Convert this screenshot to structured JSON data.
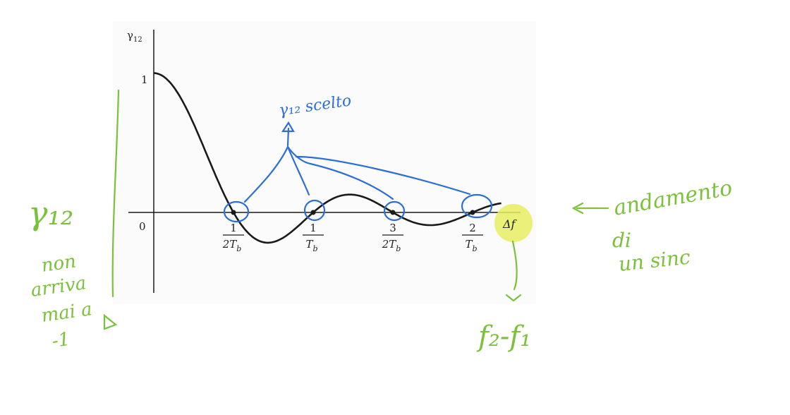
{
  "colors": {
    "background": "#ffffff",
    "print_area": "#fbfbfb",
    "ink": "#1a1a1a",
    "annotation_blue": "#2d6fd6",
    "annotation_green": "#7cc13c",
    "highlight_yellow": "#e8ef60"
  },
  "axes": {
    "y_label_base": "γ",
    "y_label_sub": "12",
    "y_tick_one": "1",
    "origin_label": "0",
    "x_label": "Δf"
  },
  "ticks": [
    {
      "num": "1",
      "den_pre": "2T",
      "den_sub": "b"
    },
    {
      "num": "1",
      "den_pre": "T",
      "den_sub": "b"
    },
    {
      "num": "3",
      "den_pre": "2T",
      "den_sub": "b"
    },
    {
      "num": "2",
      "den_pre": "T",
      "den_sub": "b"
    }
  ],
  "annotations": {
    "gamma_label": "γ₁₂ scelto",
    "trend_label": [
      "andamento",
      "di",
      "un sinc"
    ],
    "never_reach": [
      "γ₁₂",
      "non",
      "arriva",
      "mai a",
      "-1"
    ],
    "delta_f_def": "f₂-f₁"
  },
  "curve": {
    "function": "sinc",
    "zero_crossings": [
      "1/2T_b",
      "1/T_b",
      "3/2T_b",
      "2/T_b"
    ],
    "value_at_zero": 1
  }
}
